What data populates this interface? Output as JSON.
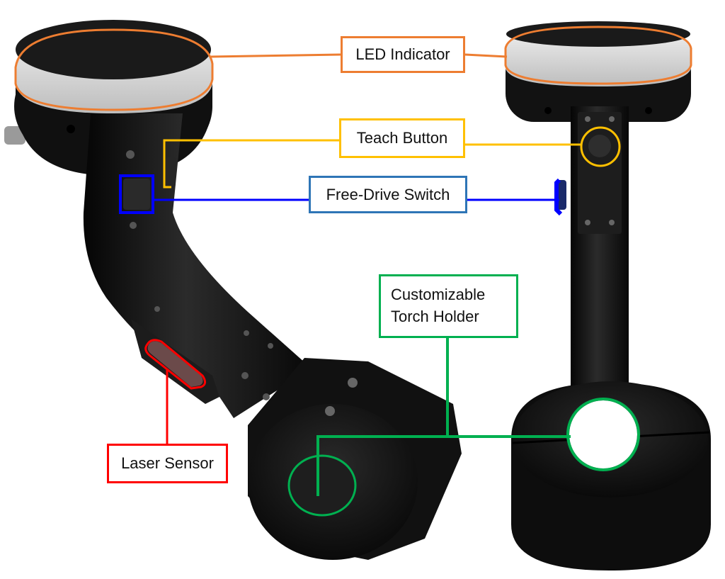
{
  "callouts": {
    "led": {
      "text": "LED Indicator",
      "color": "#ED7D31"
    },
    "teach": {
      "text": "Teach Button",
      "color": "#FFC000"
    },
    "freedrive": {
      "text": "Free-Drive Switch",
      "color": "#0000FF"
    },
    "freedrive_box": {
      "color": "#2E75B6"
    },
    "torch": {
      "line1": "Customizable",
      "line2": "Torch Holder",
      "color": "#00B050"
    },
    "laser": {
      "text": "Laser Sensor",
      "color": "#FF0000"
    }
  },
  "device": {
    "body_color": "#141414",
    "diffuser_color": "#d8d8d8",
    "hole_color": "#ffffff"
  }
}
